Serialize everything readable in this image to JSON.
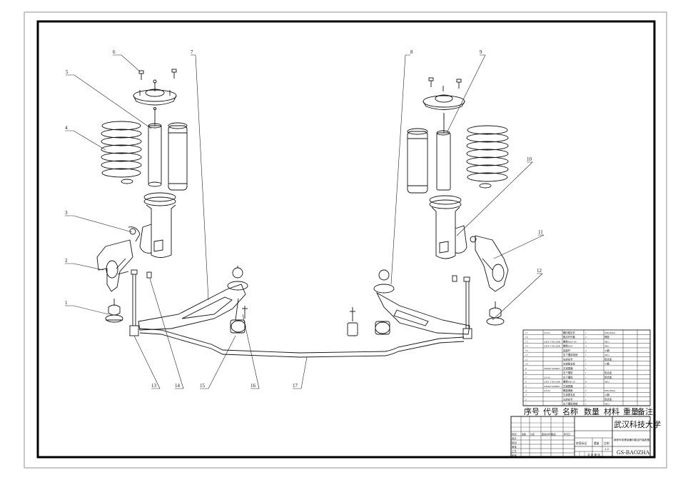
{
  "part_labels": [
    "1",
    "2",
    "3",
    "4",
    "5",
    "6",
    "7",
    "8",
    "9",
    "10",
    "11",
    "12",
    "13",
    "14",
    "15",
    "16",
    "17"
  ],
  "bom_rows": [
    {
      "no": "17",
      "code": "GS-01",
      "name": "横向稳定杆",
      "qty": "1",
      "mat": "60Si2MnA"
    },
    {
      "no": "16",
      "code": "",
      "name": "稳定杆衬套",
      "qty": "2",
      "mat": "橡胶"
    },
    {
      "no": "15",
      "code": "GB/T 5782-2000",
      "name": "螺栓M10×40",
      "qty": "2",
      "mat": "40Cr"
    },
    {
      "no": "14",
      "code": "GB/T 5782-2000",
      "name": "螺栓M14",
      "qty": "2",
      "mat": "40Cr"
    },
    {
      "no": "13",
      "code": "",
      "name": "连接杆",
      "qty": "2",
      "mat": "45钢"
    },
    {
      "no": "12",
      "code": "",
      "name": "右下摆臂球销",
      "qty": "1",
      "mat": "40Cr"
    },
    {
      "no": "11",
      "code": "",
      "name": "右转向节",
      "qty": "1",
      "mat": "铝合金"
    },
    {
      "no": "10",
      "code": "",
      "name": "右减振支柱",
      "qty": "1",
      "mat": "45钢"
    },
    {
      "no": "9",
      "code": "GB/0015200003",
      "name": "右减振器",
      "qty": "1",
      "mat": ""
    },
    {
      "no": "8",
      "code": "",
      "name": "右下摆臂",
      "qty": "1",
      "mat": "铝合金"
    },
    {
      "no": "7",
      "code": "GS-02",
      "name": "左下摆臂",
      "qty": "1",
      "mat": "铝合金"
    },
    {
      "no": "6",
      "code": "GB/T 5782-2000",
      "name": "螺栓M8×20",
      "qty": "8",
      "mat": "40Cr"
    },
    {
      "no": "5",
      "code": "GB/0015200003",
      "name": "左减振器",
      "qty": "1",
      "mat": ""
    },
    {
      "no": "4",
      "code": "GS-03",
      "name": "螺旋弹簧",
      "qty": "2",
      "mat": "60Si2MnA"
    },
    {
      "no": "3",
      "code": "",
      "name": "左减振支柱",
      "qty": "1",
      "mat": "45钢"
    },
    {
      "no": "2",
      "code": "",
      "name": "左转向节",
      "qty": "1",
      "mat": "铝合金"
    },
    {
      "no": "1",
      "code": "",
      "name": "左下摆臂球销",
      "qty": "1",
      "mat": "40Cr"
    }
  ],
  "bom_header": [
    "序号",
    "代号",
    "名称",
    "数量",
    "材料",
    "重量",
    "备注"
  ],
  "title_block": {
    "school": "武汉科技大学",
    "drawing_title": "某轿车前悬架横向稳定杆装配图",
    "drawing_no": "GS-BAOZHA",
    "sign_rows": [
      "标记",
      "设计",
      "校对",
      "审核",
      "工艺",
      "批准"
    ],
    "cols": [
      "处数",
      "分区",
      "更改文件号",
      "签名",
      "年月日"
    ],
    "stage_label": "阶段标记",
    "weight_label": "重量",
    "scale_label": "比例",
    "scale": "1:2",
    "sheet_info": "共 张 第 张"
  }
}
